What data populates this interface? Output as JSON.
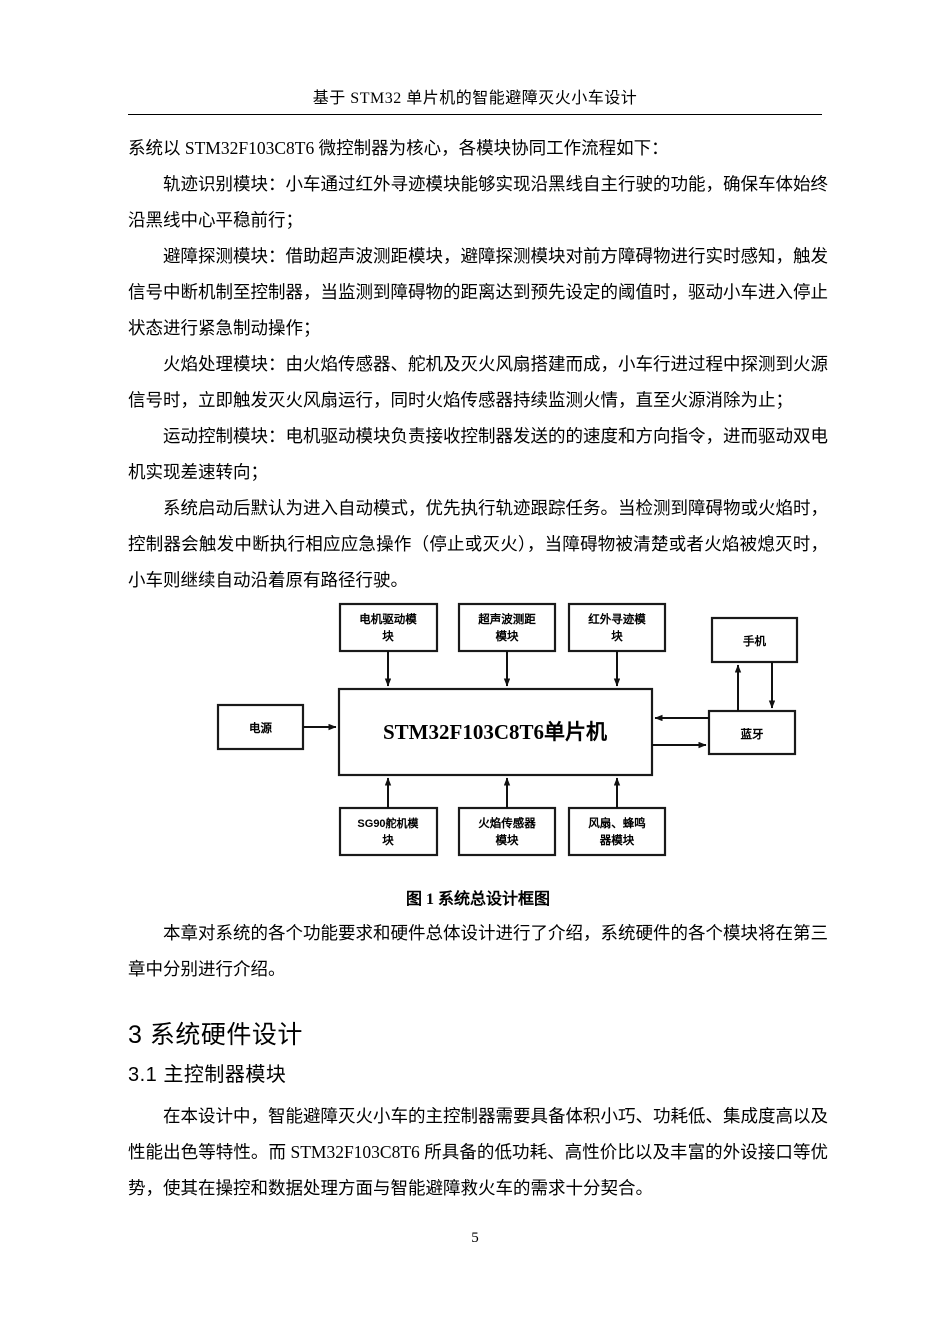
{
  "header": {
    "running_title": "基于 STM32 单片机的智能避障灭火小车设计"
  },
  "body": {
    "para_intro": "系统以 STM32F103C8T6 微控制器为核心，各模块协同工作流程如下：",
    "para_1": "轨迹识别模块：小车通过红外寻迹模块能够实现沿黑线自主行驶的功能，确保车体始终沿黑线中心平稳前行；",
    "para_2": "避障探测模块：借助超声波测距模块，避障探测模块对前方障碍物进行实时感知，触发信号中断机制至控制器，当监测到障碍物的距离达到预先设定的阈值时，驱动小车进入停止状态进行紧急制动操作；",
    "para_3": "火焰处理模块：由火焰传感器、舵机及灭火风扇搭建而成，小车行进过程中探测到火源信号时，立即触发灭火风扇运行，同时火焰传感器持续监测火情，直至火源消除为止；",
    "para_4": "运动控制模块：电机驱动模块负责接收控制器发送的的速度和方向指令，进而驱动双电机实现差速转向；",
    "para_5": "系统启动后默认为进入自动模式，优先执行轨迹跟踪任务。当检测到障碍物或火焰时，控制器会触发中断执行相应应急操作（停止或灭火），当障碍物被清楚或者火焰被熄灭时，小车则继续自动沿着原有路径行驶。",
    "para_after_fig": "本章对系统的各个功能要求和硬件总体设计进行了介绍，系统硬件的各个模块将在第三章中分别进行介绍。",
    "para_last": "在本设计中，智能避障灭火小车的主控制器需要具备体积小巧、功耗低、集成度高以及性能出色等特性。而 STM32F103C8T6 所具备的低功耗、高性价比以及丰富的外设接口等优势，使其在操控和数据处理方面与智能避障救火车的需求十分契合。"
  },
  "figure": {
    "caption": "图 1 系统总设计框图",
    "boxes": {
      "motor_driver": "电机驱动模块",
      "ultrasonic": "超声波测距模块",
      "infrared_tracking": "红外寻迹模块",
      "phone": "手机",
      "power": "电源",
      "mcu": "STM32F103C8T6单片机",
      "bluetooth": "蓝牙",
      "servo": "SG90舵机模块",
      "flame_sensor": "火焰传感器模块",
      "fan_buzzer": "风扇、蜂鸣器模块"
    },
    "box_lines": {
      "motor_driver": [
        "电机驱动模",
        "块"
      ],
      "ultrasonic": [
        "超声波测距",
        "模块"
      ],
      "infrared_tracking": [
        "红外寻迹模",
        "块"
      ],
      "servo": [
        "SG90舵机模",
        "块"
      ],
      "flame_sensor": [
        "火焰传感器",
        "模块"
      ],
      "fan_buzzer": [
        "风扇、蜂鸣",
        "器模块"
      ]
    }
  },
  "headings": {
    "section_3": "3 系统硬件设计",
    "section_3_1": "3.1 主控制器模块"
  },
  "footer": {
    "page_number": "5"
  },
  "colors": {
    "text": "#000000",
    "rule": "#000000",
    "diagram_stroke": "#1a1a1a"
  }
}
